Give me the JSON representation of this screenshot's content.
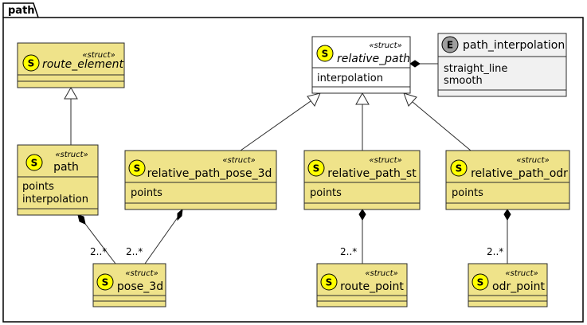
{
  "package": {
    "name": "path"
  },
  "classes": {
    "route_element": {
      "stereotype": "«struct»",
      "name": "route_element",
      "badge": "S"
    },
    "relative_path": {
      "stereotype": "«struct»",
      "name": "relative_path",
      "badge": "S",
      "attributes": [
        "interpolation"
      ]
    },
    "path_interpolation": {
      "name": "path_interpolation",
      "badge": "E",
      "values": [
        "straight_line",
        "smooth"
      ]
    },
    "path": {
      "stereotype": "«struct»",
      "name": "path",
      "badge": "S",
      "attributes": [
        "points",
        "interpolation"
      ]
    },
    "relative_path_pose_3d": {
      "stereotype": "«struct»",
      "name": "relative_path_pose_3d",
      "badge": "S",
      "attributes": [
        "points"
      ]
    },
    "relative_path_st": {
      "stereotype": "«struct»",
      "name": "relative_path_st",
      "badge": "S",
      "attributes": [
        "points"
      ]
    },
    "relative_path_odr": {
      "stereotype": "«struct»",
      "name": "relative_path_odr",
      "badge": "S",
      "attributes": [
        "points"
      ]
    },
    "pose_3d": {
      "stereotype": "«struct»",
      "name": "pose_3d",
      "badge": "S"
    },
    "route_point": {
      "stereotype": "«struct»",
      "name": "route_point",
      "badge": "S"
    },
    "odr_point": {
      "stereotype": "«struct»",
      "name": "odr_point",
      "badge": "S"
    }
  },
  "multiplicities": {
    "path_to_pose_3d": "2..*",
    "pose_path_to_pose_3d": "2..*",
    "st_to_route_point": "2..*",
    "odr_to_odr_point": "2..*"
  },
  "colors": {
    "struct_fill": "#EFE38A",
    "enum_fill": "#F1F1F1",
    "badge_struct": "#FFFF00",
    "badge_enum": "#9E9E9E"
  }
}
